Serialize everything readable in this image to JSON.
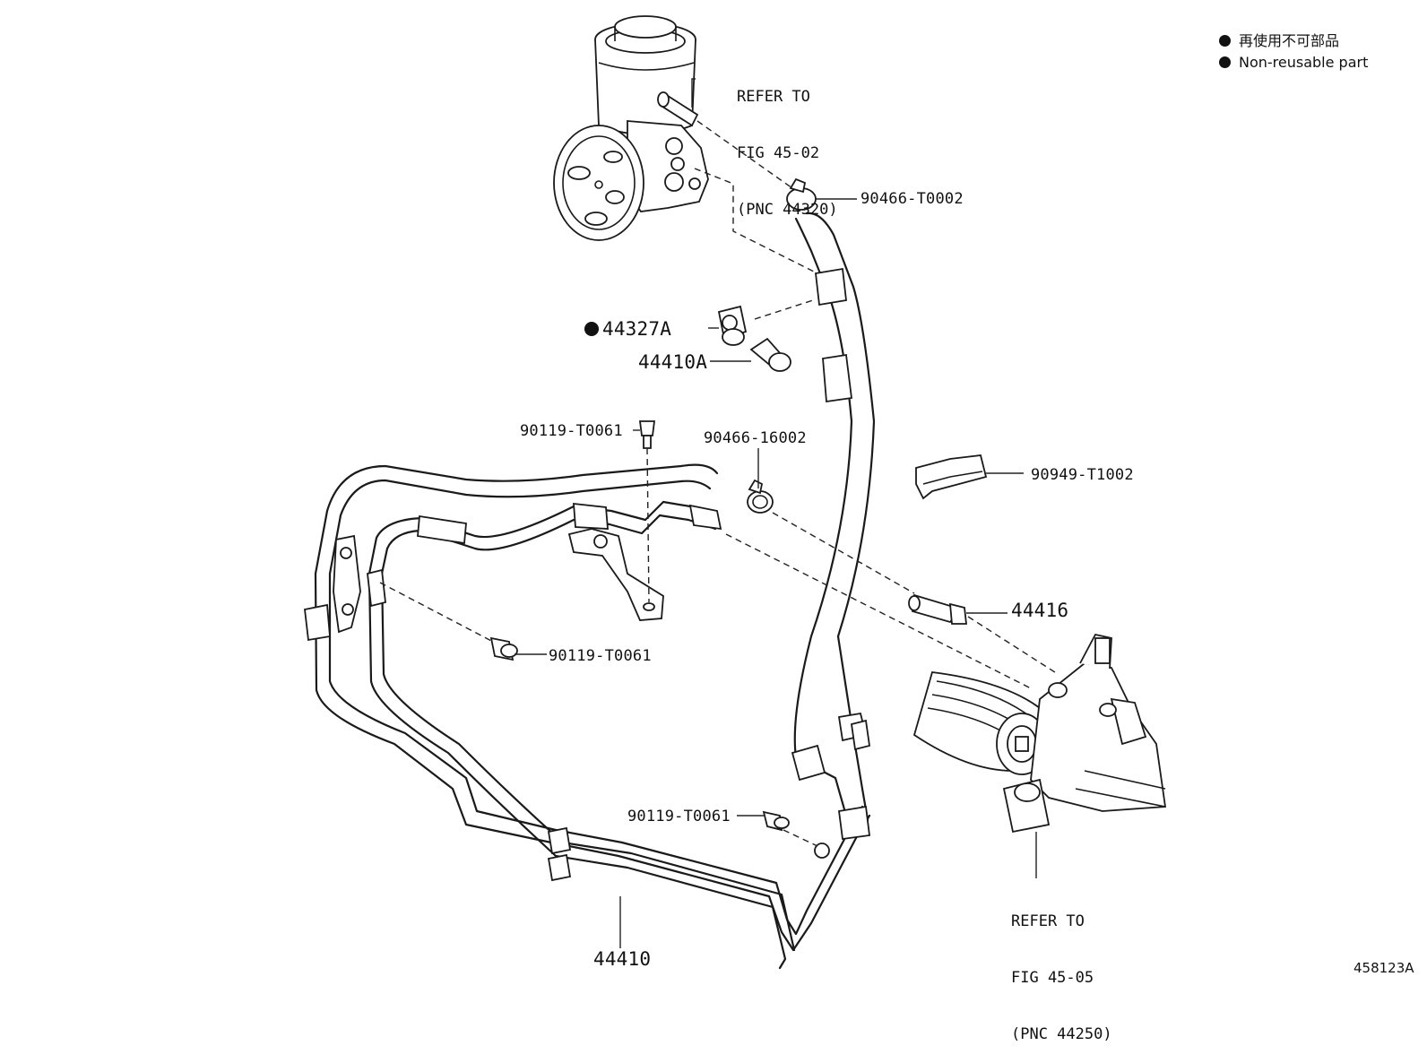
{
  "legend": {
    "items": [
      {
        "text": "再使用不可部品"
      },
      {
        "text": "Non-reusable part"
      }
    ]
  },
  "references": {
    "pump": {
      "line1": "REFER TO",
      "line2": "FIG 45-02",
      "line3": "(PNC 44320)"
    },
    "gear": {
      "line1": "REFER TO",
      "line2": "FIG 45-05",
      "line3": "(PNC 44250)"
    }
  },
  "parts": {
    "clamp_top": "90466-T0002",
    "gasket": "44327A",
    "union_bolt": "44410A",
    "bolt_upper": "90119-T0061",
    "clamp_mid": "90466-16002",
    "clip": "90949-T1002",
    "union": "44416",
    "bolt_left": "90119-T0061",
    "bolt_lower": "90119-T0061",
    "tube_assy": "44410"
  },
  "illustration_id": "458123A"
}
